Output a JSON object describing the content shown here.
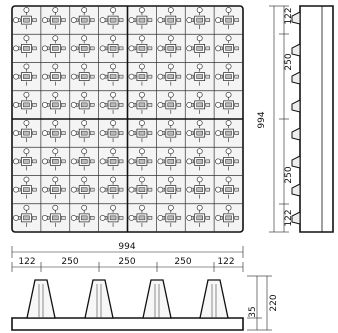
{
  "diagram": {
    "top_view": {
      "panel_count_x": 4,
      "panel_count_y": 4
    },
    "right_dims": [
      "122",
      "250",
      "250",
      "122"
    ],
    "right_total": "994",
    "bottom_total": "994",
    "bottom_dims": [
      "122",
      "250",
      "250",
      "250",
      "122"
    ],
    "height_dims": {
      "base": "35",
      "overall": "220"
    }
  }
}
